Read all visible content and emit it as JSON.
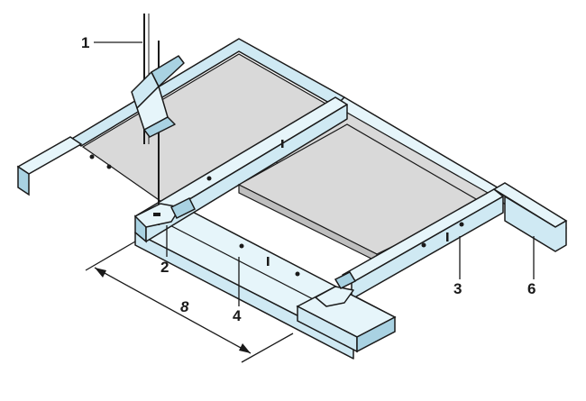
{
  "colors": {
    "background": "#ffffff",
    "rail_fill": "#cfe9f3",
    "rail_top": "#e6f5fa",
    "rail_shadow": "#a9d2e2",
    "panel_fill": "#d9d9d9",
    "panel_side": "#bfbfbf",
    "outline": "#1a1a1a"
  },
  "icons": [
    "hanger-rod-icon",
    "suspension-clip-icon",
    "dimension-arrow-icon"
  ],
  "callouts": {
    "c1": "1",
    "c2": "2",
    "c3": "3",
    "c4": "4",
    "c6": "6",
    "c8": "8"
  }
}
